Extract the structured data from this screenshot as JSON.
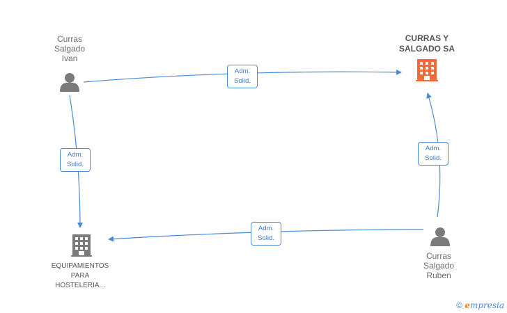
{
  "nodes": {
    "ivan": "Curras\nSalgado\nIvan",
    "company_main": "CURRAS Y\nSALGADO SA",
    "company_equip": "EQUIPAMIENTOS\nPARA\nHOSTELERIA...",
    "ruben": "Curras\nSalgado\nRuben"
  },
  "edges": {
    "ivan_to_main": {
      "line1": "Adm.",
      "line2": "Solid."
    },
    "ivan_to_equip": {
      "line1": "Adm.",
      "line2": "Solid."
    },
    "ruben_to_main": {
      "line1": "Adm.",
      "line2": "Solid."
    },
    "ruben_to_equip": {
      "line1": "Adm.",
      "line2": "Solid."
    }
  },
  "watermark": {
    "copyright": "©",
    "brand_e": "e",
    "brand_rest": "mpresia"
  },
  "colors": {
    "edge": "#4a8ad6",
    "person": "#7a7a7a",
    "company_highlight": "#f26a3c",
    "company_default": "#7a7a7a"
  }
}
